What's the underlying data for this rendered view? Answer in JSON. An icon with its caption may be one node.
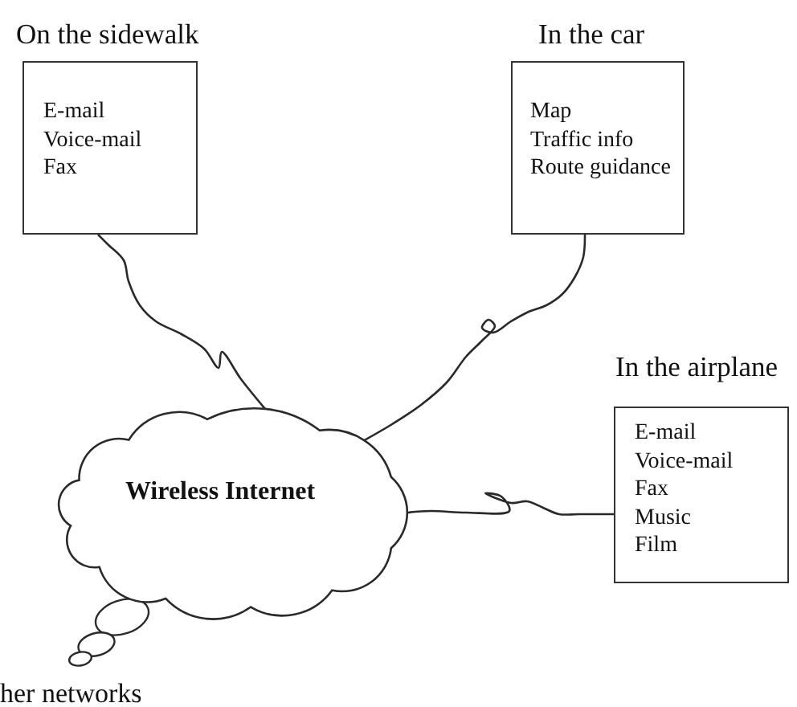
{
  "diagram": {
    "nodes": [
      {
        "text": [
          "On the sidewalk",
          "E-mail",
          "Voice-mail",
          "Fax"
        ]
      },
      {
        "text": [
          "In the car",
          "Map",
          "Traffic info",
          "Route guidance"
        ]
      },
      {
        "text": [
          "In the airplane",
          "E-mail",
          "Voice-mail",
          "Fax",
          "Music",
          "Film"
        ]
      },
      {
        "text": [
          "Wireless Internet"
        ]
      }
    ],
    "edges": [
      {
        "from": 0,
        "to": 3,
        "arrow": "none"
      },
      {
        "from": 1,
        "to": 3,
        "arrow": "none"
      },
      {
        "from": 2,
        "to": 3,
        "arrow": "none"
      }
    ],
    "labels": [
      "her networks"
    ]
  }
}
